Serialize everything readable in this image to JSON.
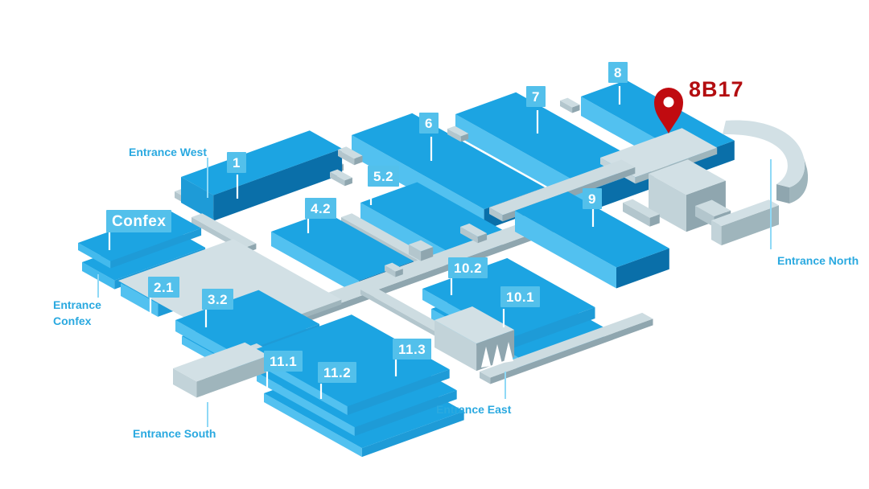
{
  "map": {
    "title": "exhibition-venue-floor-map",
    "halls": [
      {
        "id": "1",
        "label": "1"
      },
      {
        "id": "2.1",
        "label": "2.1"
      },
      {
        "id": "3.2",
        "label": "3.2"
      },
      {
        "id": "4.2",
        "label": "4.2"
      },
      {
        "id": "5.2",
        "label": "5.2"
      },
      {
        "id": "6",
        "label": "6"
      },
      {
        "id": "7",
        "label": "7"
      },
      {
        "id": "8",
        "label": "8"
      },
      {
        "id": "9",
        "label": "9"
      },
      {
        "id": "10.1",
        "label": "10.1"
      },
      {
        "id": "10.2",
        "label": "10.2"
      },
      {
        "id": "11.1",
        "label": "11.1"
      },
      {
        "id": "11.2",
        "label": "11.2"
      },
      {
        "id": "11.3",
        "label": "11.3"
      },
      {
        "id": "confex",
        "label": "Confex"
      }
    ],
    "entrances": [
      {
        "id": "west",
        "label": "Entrance West"
      },
      {
        "id": "confex",
        "label": "Entrance Confex"
      },
      {
        "id": "south",
        "label": "Entrance South"
      },
      {
        "id": "east",
        "label": "Entrance East"
      },
      {
        "id": "north",
        "label": "Entrance North"
      }
    ],
    "marker": {
      "label": "8B17"
    },
    "colors": {
      "background": "#FFFFFF",
      "hall_roof": "#1CA4E2",
      "hall_light": "#52C1F0",
      "hall_dark": "#0A6FA9",
      "hall_mid": "#1E9BD7",
      "confex_side": "#43BAED",
      "walk_top": "#CDDCE1",
      "walk_sw": "#B3C6CD",
      "walk_se": "#8FA6AF",
      "pale_top": "#D2E0E5",
      "pale_sw": "#C2D3D9",
      "pale_se": "#9FB5BC",
      "tag_bg": "#53C0EB",
      "tag_text": "#FFFFFF",
      "entrance_text": "#2AA9E0",
      "leader_white": "#FFFFFF",
      "leader_blue": "#8FD9F6",
      "pin_red": "#C00B10",
      "pin_label": "#B30D10"
    }
  }
}
